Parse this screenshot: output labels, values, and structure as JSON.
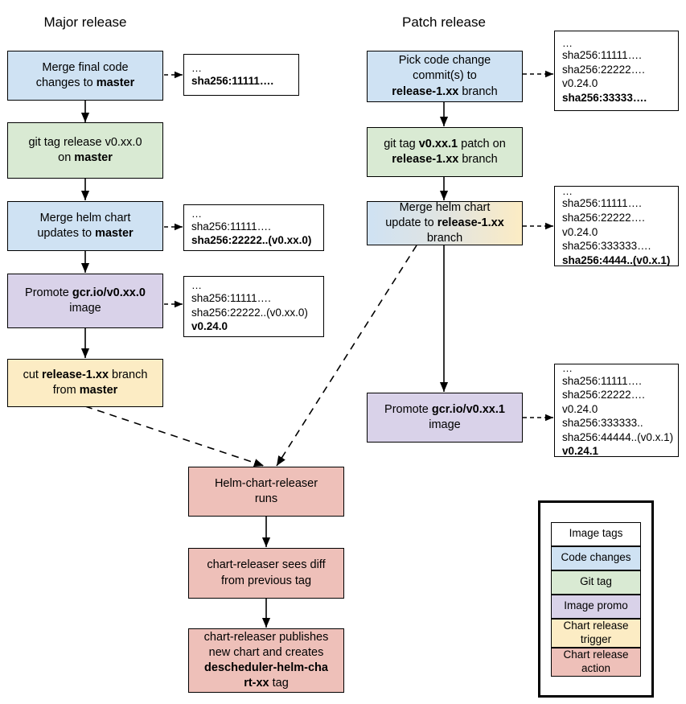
{
  "titles": {
    "major": "Major release",
    "patch": "Patch release"
  },
  "colors": {
    "code_changes": "#cfe2f3",
    "git_tag": "#d9ead3",
    "image_promo": "#d9d2e9",
    "chart_release_trigger": "#fcecc4",
    "chart_release_action": "#eec0b9",
    "image_tags": "#ffffff",
    "stroke": "#000000",
    "background": "#ffffff"
  },
  "major_release": {
    "nodes": [
      {
        "id": "merge-final-code",
        "type": "code-changes",
        "lines": [
          {
            "parts": [
              {
                "t": "Merge final code",
                "b": false
              }
            ]
          },
          {
            "parts": [
              {
                "t": "changes to ",
                "b": false
              },
              {
                "t": "master",
                "b": true
              }
            ]
          }
        ]
      },
      {
        "id": "git-tag-release",
        "type": "git-tag",
        "lines": [
          {
            "parts": [
              {
                "t": "git tag release v0.xx.0",
                "b": false
              }
            ]
          },
          {
            "parts": [
              {
                "t": "on ",
                "b": false
              },
              {
                "t": "master",
                "b": true
              }
            ]
          }
        ]
      },
      {
        "id": "merge-helm-chart-updates",
        "type": "code-changes",
        "lines": [
          {
            "parts": [
              {
                "t": "Merge helm chart",
                "b": false
              }
            ]
          },
          {
            "parts": [
              {
                "t": "updates to ",
                "b": false
              },
              {
                "t": "master",
                "b": true
              }
            ]
          }
        ]
      },
      {
        "id": "promote-image-major",
        "type": "image-promo",
        "lines": [
          {
            "parts": [
              {
                "t": "Promote ",
                "b": false
              },
              {
                "t": "gcr.io/v0.xx.0",
                "b": true
              }
            ]
          },
          {
            "parts": [
              {
                "t": "image",
                "b": false
              }
            ]
          }
        ]
      },
      {
        "id": "cut-release-branch",
        "type": "chart-release-trigger",
        "lines": [
          {
            "parts": [
              {
                "t": "cut ",
                "b": false
              },
              {
                "t": "release-1.xx",
                "b": true
              },
              {
                "t": " branch",
                "b": false
              }
            ]
          },
          {
            "parts": [
              {
                "t": "from ",
                "b": false
              },
              {
                "t": "master",
                "b": true
              }
            ]
          }
        ]
      }
    ],
    "notes": [
      {
        "id": "note-major-1",
        "lines": [
          {
            "t": "…",
            "b": false,
            "dots": true
          },
          {
            "t": "sha256:11111….",
            "b": true
          }
        ]
      },
      {
        "id": "note-major-2",
        "lines": [
          {
            "t": "…",
            "b": false,
            "dots": true
          },
          {
            "t": "sha256:11111….",
            "b": false
          },
          {
            "t": "sha256:22222..(v0.xx.0)",
            "b": true
          }
        ]
      },
      {
        "id": "note-major-3",
        "lines": [
          {
            "t": "…",
            "b": false,
            "dots": true
          },
          {
            "t": "sha256:11111….",
            "b": false
          },
          {
            "t": "sha256:22222..(v0.xx.0)",
            "b": false
          },
          {
            "t": "v0.24.0",
            "b": true
          }
        ]
      }
    ]
  },
  "patch_release": {
    "nodes": [
      {
        "id": "pick-code-change",
        "type": "code-changes",
        "lines": [
          {
            "parts": [
              {
                "t": "Pick code change",
                "b": false
              }
            ]
          },
          {
            "parts": [
              {
                "t": "commit(s) to",
                "b": false
              }
            ]
          },
          {
            "parts": [
              {
                "t": "release-1.xx",
                "b": true
              },
              {
                "t": " branch",
                "b": false
              }
            ]
          }
        ]
      },
      {
        "id": "git-tag-patch",
        "type": "git-tag",
        "lines": [
          {
            "parts": [
              {
                "t": "git tag ",
                "b": false
              },
              {
                "t": "v0.xx.1",
                "b": true
              },
              {
                "t": " patch on",
                "b": false
              }
            ]
          },
          {
            "parts": [
              {
                "t": "release-1.xx",
                "b": true
              },
              {
                "t": " branch",
                "b": false
              }
            ]
          }
        ]
      },
      {
        "id": "merge-helm-chart-update-patch",
        "type": "code-changes-to-trigger",
        "lines": [
          {
            "parts": [
              {
                "t": "Merge helm chart",
                "b": false
              }
            ]
          },
          {
            "parts": [
              {
                "t": "update to ",
                "b": false
              },
              {
                "t": "release-1.xx",
                "b": true
              }
            ]
          },
          {
            "parts": [
              {
                "t": "branch",
                "b": false
              }
            ]
          }
        ]
      },
      {
        "id": "promote-image-patch",
        "type": "image-promo",
        "lines": [
          {
            "parts": [
              {
                "t": "Promote ",
                "b": false
              },
              {
                "t": "gcr.io/v0.xx.1",
                "b": true
              }
            ]
          },
          {
            "parts": [
              {
                "t": "image",
                "b": false
              }
            ]
          }
        ]
      }
    ],
    "notes": [
      {
        "id": "note-patch-1",
        "lines": [
          {
            "t": "…",
            "b": false,
            "dots": true
          },
          {
            "t": "sha256:11111….",
            "b": false
          },
          {
            "t": "sha256:22222….",
            "b": false
          },
          {
            "t": "v0.24.0",
            "b": false
          },
          {
            "t": "sha256:33333….",
            "b": true
          }
        ]
      },
      {
        "id": "note-patch-2",
        "lines": [
          {
            "t": "…",
            "b": false,
            "dots": true
          },
          {
            "t": "sha256:11111….",
            "b": false
          },
          {
            "t": "sha256:22222….",
            "b": false
          },
          {
            "t": "v0.24.0",
            "b": false
          },
          {
            "t": "sha256:333333….",
            "b": false
          },
          {
            "t": "sha256:4444..(v0.x.1)",
            "b": true
          }
        ]
      },
      {
        "id": "note-patch-3",
        "lines": [
          {
            "t": "…",
            "b": false,
            "dots": true
          },
          {
            "t": "sha256:11111….",
            "b": false
          },
          {
            "t": "sha256:22222….",
            "b": false
          },
          {
            "t": "v0.24.0",
            "b": false
          },
          {
            "t": "sha256:333333..",
            "b": false
          },
          {
            "t": "sha256:44444..(v0.x.1)",
            "b": false
          },
          {
            "t": "v0.24.1",
            "b": true
          }
        ]
      }
    ]
  },
  "chart_release": {
    "nodes": [
      {
        "id": "helm-chart-releaser-runs",
        "type": "chart-release-action",
        "lines": [
          {
            "parts": [
              {
                "t": "Helm-chart-releaser",
                "b": false
              }
            ]
          },
          {
            "parts": [
              {
                "t": "runs",
                "b": false
              }
            ]
          }
        ]
      },
      {
        "id": "chart-releaser-sees-diff",
        "type": "chart-release-action",
        "lines": [
          {
            "parts": [
              {
                "t": "chart-releaser sees diff",
                "b": false
              }
            ]
          },
          {
            "parts": [
              {
                "t": "from previous tag",
                "b": false
              }
            ]
          }
        ]
      },
      {
        "id": "chart-releaser-publishes",
        "type": "chart-release-action",
        "lines": [
          {
            "parts": [
              {
                "t": "chart-releaser publishes",
                "b": false
              }
            ]
          },
          {
            "parts": [
              {
                "t": "new chart and creates",
                "b": false
              }
            ]
          },
          {
            "parts": [
              {
                "t": "descheduler-helm-cha",
                "b": true
              }
            ]
          },
          {
            "parts": [
              {
                "t": "rt-xx",
                "b": true
              },
              {
                "t": " tag",
                "b": false
              }
            ]
          }
        ]
      }
    ]
  },
  "legend": {
    "items": [
      {
        "label": "Image tags",
        "color": "#ffffff",
        "rows": 1
      },
      {
        "label": "Code changes",
        "color": "#cfe2f3",
        "rows": 1
      },
      {
        "label": "Git tag",
        "color": "#d9ead3",
        "rows": 1
      },
      {
        "label": "Image promo",
        "color": "#d9d2e9",
        "rows": 1
      },
      {
        "label": "Chart release trigger",
        "color": "#fcecc4",
        "rows": 2
      },
      {
        "label": "Chart release action",
        "color": "#eec0b9",
        "rows": 2
      }
    ]
  }
}
